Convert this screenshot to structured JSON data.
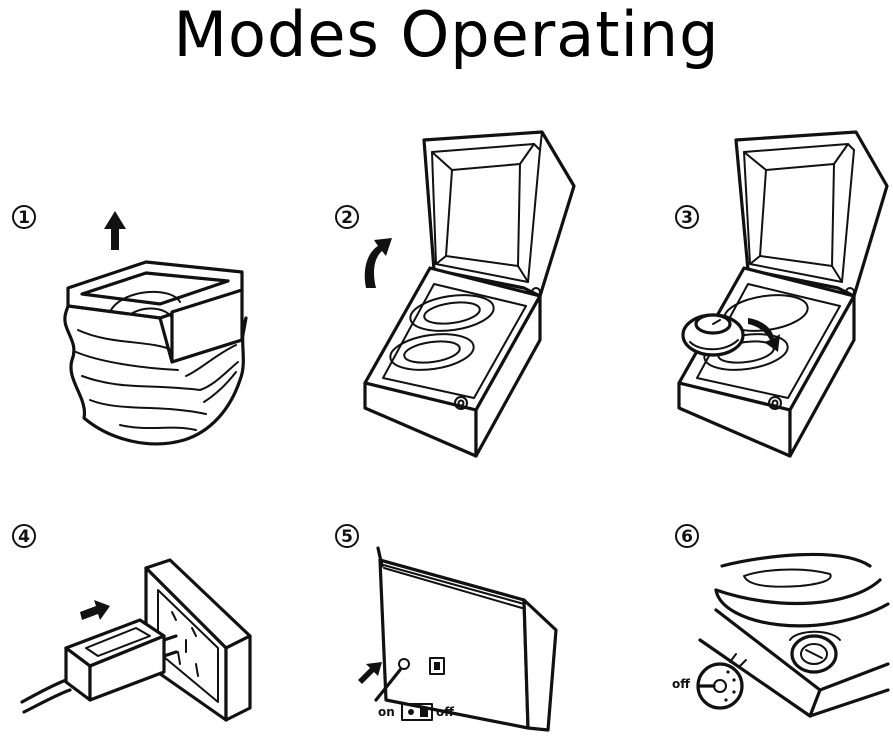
{
  "title": "Modes Operating",
  "steps": [
    {
      "number": "①"
    },
    {
      "number": "②"
    },
    {
      "number": "③"
    },
    {
      "number": "④"
    },
    {
      "number": "⑤",
      "switch_on_label": "on",
      "switch_off_label": "off"
    },
    {
      "number": "⑥",
      "dial_off_label": "off"
    }
  ]
}
